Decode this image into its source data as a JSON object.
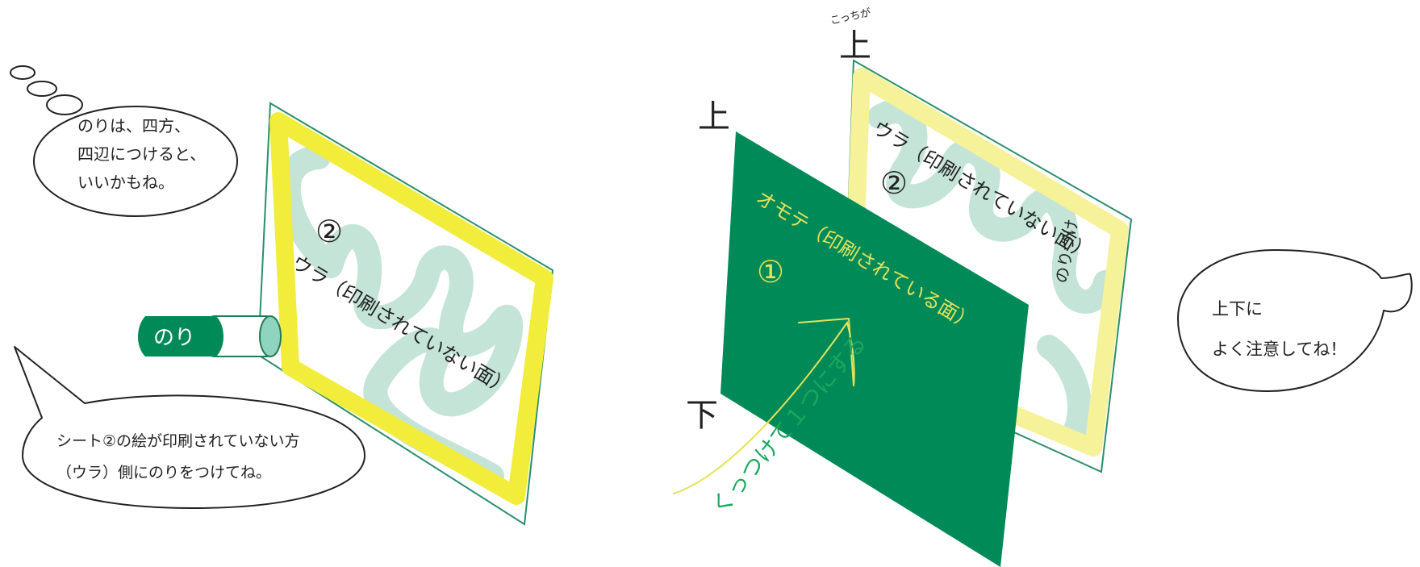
{
  "colors": {
    "sheet_green": "#008a57",
    "frame_green": "#2b8f6a",
    "glue_yellow": "#f2ec3a",
    "glue_yellow_light": "#f5f29a",
    "squiggle_mint": "#c4e4d8",
    "text_yellow": "#e3e35a",
    "text_green": "#1aa85d",
    "ink": "#222222",
    "stick_cap": "#8fd4bf"
  },
  "left_sheet": {
    "number": "②",
    "label": "ウラ（印刷されていない面）"
  },
  "glue_stick": {
    "label": "のり"
  },
  "bubble_tip": {
    "lines": [
      "のりは、四方、",
      "四辺につけると、",
      "いいかもね。"
    ]
  },
  "bubble_instruction": {
    "lines": [
      "シート②の絵が印刷されていない方",
      "（ウラ）側にのりをつけてね。"
    ]
  },
  "right_back_sheet": {
    "number": "②",
    "label": "ウラ（印刷されていない面）",
    "top_mark": "上",
    "kocchi_ga": "こっちが",
    "glue_note": "のりづけ"
  },
  "right_front_sheet": {
    "number": "①",
    "label": "オモテ（印刷されている面）",
    "top_mark": "上",
    "bottom_mark": "下"
  },
  "join_instruction": "くっつけて１つにする",
  "bubble_orientation": {
    "lines": [
      "上下に",
      "よく注意してね！"
    ]
  }
}
